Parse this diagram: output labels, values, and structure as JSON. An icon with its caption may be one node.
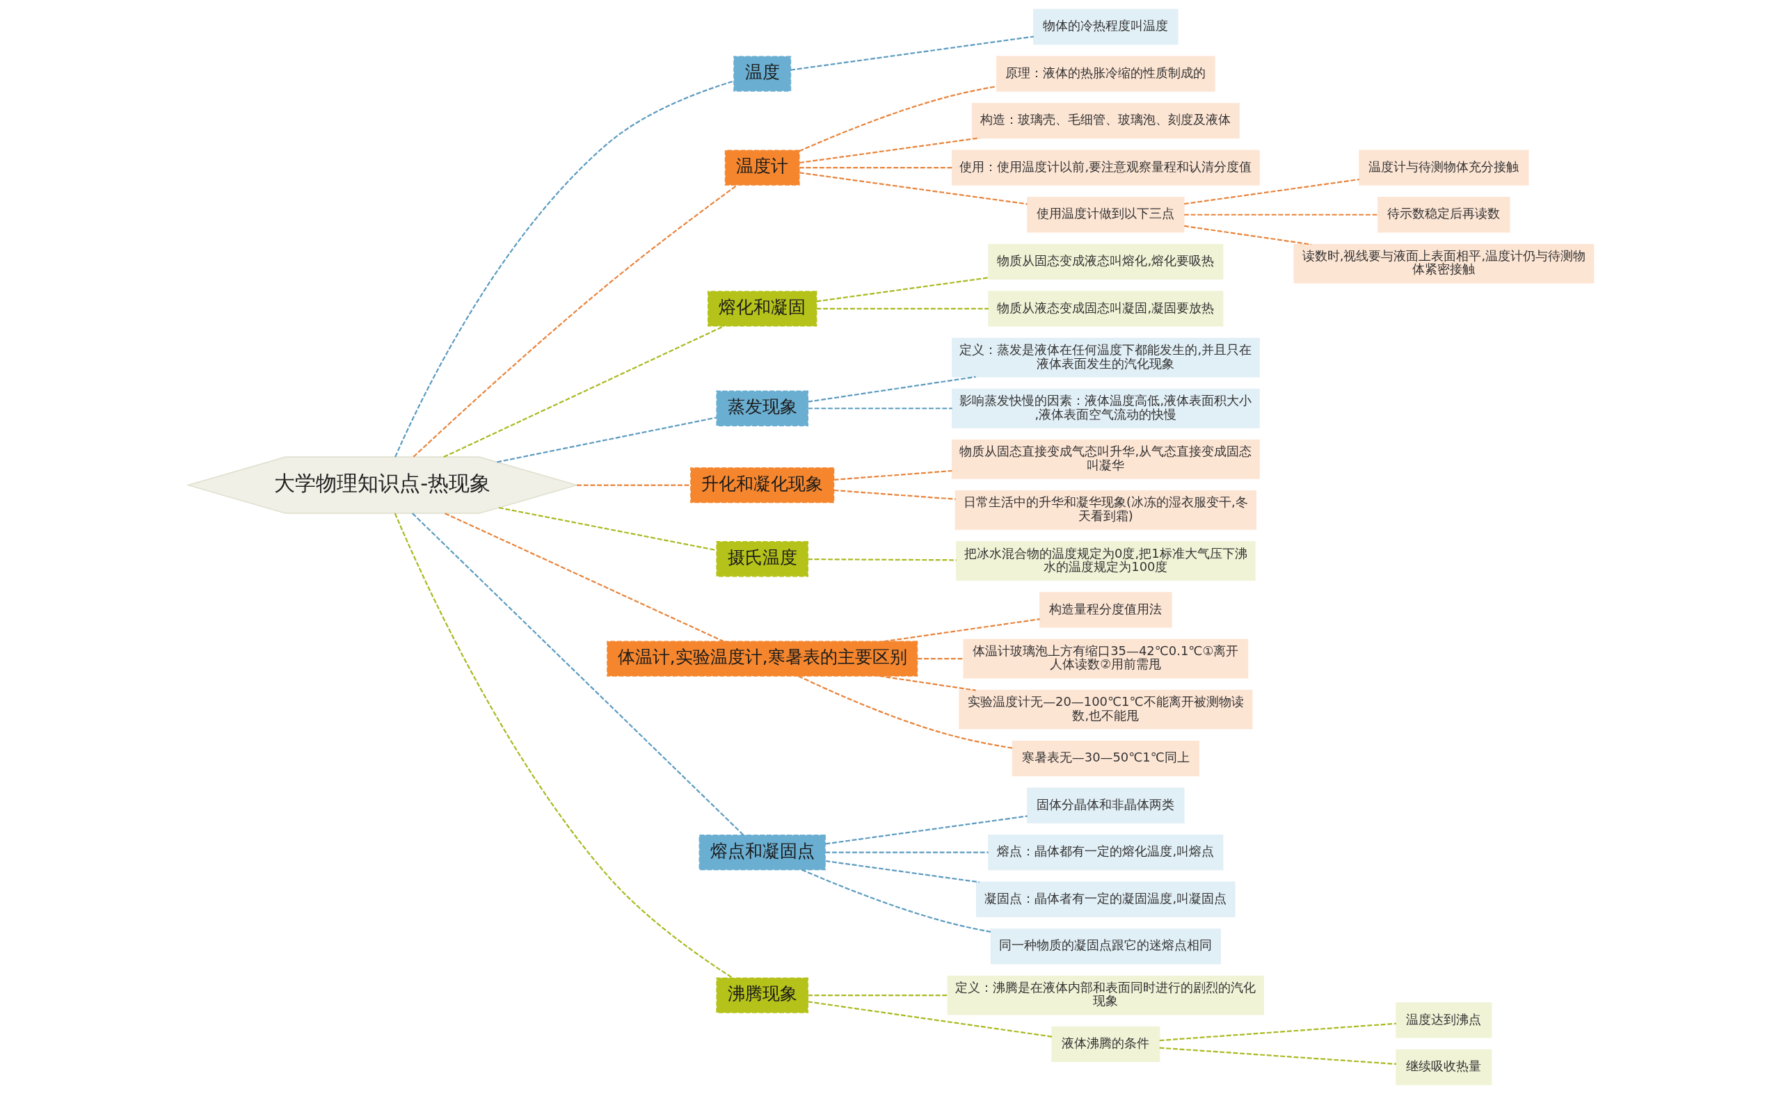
{
  "diagram": {
    "nodes": [
      {
        "text": [
          "大学物理知识点-热现象"
        ]
      },
      {
        "text": [
          "温度"
        ]
      },
      {
        "text": [
          "物体的冷热程度叫温度"
        ]
      },
      {
        "text": [
          "温度计"
        ]
      },
      {
        "text": [
          "原理：液体的热胀冷缩的性质制成的"
        ]
      },
      {
        "text": [
          "构造：玻璃壳、毛细管、玻璃泡、刻度及液体"
        ]
      },
      {
        "text": [
          "使用：使用温度计以前,要注意观察量程和认清分度值"
        ]
      },
      {
        "text": [
          "使用温度计做到以下三点"
        ]
      },
      {
        "text": [
          "温度计与待测物体充分接触"
        ]
      },
      {
        "text": [
          "待示数稳定后再读数"
        ]
      },
      {
        "text": [
          "读数时,视线要与液面上表面相平,温度计仍与待测物体紧密接触"
        ]
      },
      {
        "text": [
          "熔化和凝固"
        ]
      },
      {
        "text": [
          "物质从固态变成液态叫熔化,熔化要吸热"
        ]
      },
      {
        "text": [
          "物质从液态变成固态叫凝固,凝固要放热"
        ]
      },
      {
        "text": [
          "蒸发现象"
        ]
      },
      {
        "text": [
          "定义：蒸发是液体在任何温度下都能发生的,并且只在液体表面发生的汽化现象"
        ]
      },
      {
        "text": [
          "影响蒸发快慢的因素：液体温度高低,液体表面积大小,液体表面空气流动的快慢"
        ]
      },
      {
        "text": [
          "升化和凝化现象"
        ]
      },
      {
        "text": [
          "物质从固态直接变成气态叫升华,从气态直接变成固态叫凝华"
        ]
      },
      {
        "text": [
          "日常生活中的升华和凝华现象(冰冻的湿衣服变干,冬天看到霜)"
        ]
      },
      {
        "text": [
          "摄氏温度"
        ]
      },
      {
        "text": [
          "把冰水混合物的温度规定为0度,把1标准大气压下沸水的温度规定为100度"
        ]
      },
      {
        "text": [
          "体温计,实验温度计,寒暑表的主要区别"
        ]
      },
      {
        "text": [
          "构造量程分度值用法"
        ]
      },
      {
        "text": [
          "体温计玻璃泡上方有缩口35—42℃0.1℃①离开人体读数②用前需甩"
        ]
      },
      {
        "text": [
          "实验温度计无—20—100℃1℃不能离开被测物读数,也不能甩"
        ]
      },
      {
        "text": [
          "寒暑表无—30—50℃1℃同上"
        ]
      },
      {
        "text": [
          "熔点和凝固点"
        ]
      },
      {
        "text": [
          "固体分晶体和非晶体两类"
        ]
      },
      {
        "text": [
          "熔点：晶体都有一定的熔化温度,叫熔点"
        ]
      },
      {
        "text": [
          "凝固点：晶体者有一定的凝固温度,叫凝固点"
        ]
      },
      {
        "text": [
          "同一种物质的凝固点跟它的迷熔点相同"
        ]
      },
      {
        "text": [
          "沸腾现象"
        ]
      },
      {
        "text": [
          "定义：沸腾是在液体内部和表面同时进行的剧烈的汽化现象"
        ]
      },
      {
        "text": [
          "液体沸腾的条件"
        ]
      },
      {
        "text": [
          "温度达到沸点"
        ]
      },
      {
        "text": [
          "继续吸收热量"
        ]
      }
    ],
    "edges": [
      {
        "from": 0,
        "to": 1,
        "arrow": "none",
        "style": "dashed",
        "color": "#5b9bc0"
      },
      {
        "from": 1,
        "to": 2,
        "arrow": "none",
        "style": "dashed",
        "color": "#5b9bc0"
      },
      {
        "from": 0,
        "to": 3,
        "arrow": "none",
        "style": "dashed",
        "color": "#e8833a"
      },
      {
        "from": 3,
        "to": 4,
        "arrow": "none",
        "style": "dashed",
        "color": "#e8833a"
      },
      {
        "from": 3,
        "to": 5,
        "arrow": "none",
        "style": "dashed",
        "color": "#e8833a"
      },
      {
        "from": 3,
        "to": 6,
        "arrow": "none",
        "style": "dashed",
        "color": "#e8833a"
      },
      {
        "from": 3,
        "to": 7,
        "arrow": "none",
        "style": "dashed",
        "color": "#e8833a"
      },
      {
        "from": 7,
        "to": 8,
        "arrow": "none",
        "style": "dashed",
        "color": "#e8833a"
      },
      {
        "from": 7,
        "to": 9,
        "arrow": "none",
        "style": "dashed",
        "color": "#e8833a"
      },
      {
        "from": 7,
        "to": 10,
        "arrow": "none",
        "style": "dashed",
        "color": "#e8833a"
      },
      {
        "from": 0,
        "to": 11,
        "arrow": "none",
        "style": "dashed",
        "color": "#a9b91f"
      },
      {
        "from": 11,
        "to": 12,
        "arrow": "none",
        "style": "dashed",
        "color": "#a9b91f"
      },
      {
        "from": 11,
        "to": 13,
        "arrow": "none",
        "style": "dashed",
        "color": "#a9b91f"
      },
      {
        "from": 0,
        "to": 14,
        "arrow": "none",
        "style": "dashed",
        "color": "#5b9bc0"
      },
      {
        "from": 14,
        "to": 15,
        "arrow": "none",
        "style": "dashed",
        "color": "#5b9bc0"
      },
      {
        "from": 14,
        "to": 16,
        "arrow": "none",
        "style": "dashed",
        "color": "#5b9bc0"
      },
      {
        "from": 0,
        "to": 17,
        "arrow": "none",
        "style": "dashed",
        "color": "#e8833a"
      },
      {
        "from": 17,
        "to": 18,
        "arrow": "none",
        "style": "dashed",
        "color": "#e8833a"
      },
      {
        "from": 17,
        "to": 19,
        "arrow": "none",
        "style": "dashed",
        "color": "#e8833a"
      },
      {
        "from": 0,
        "to": 20,
        "arrow": "none",
        "style": "dashed",
        "color": "#a9b91f"
      },
      {
        "from": 20,
        "to": 21,
        "arrow": "none",
        "style": "dashed",
        "color": "#a9b91f"
      },
      {
        "from": 0,
        "to": 22,
        "arrow": "none",
        "style": "dashed",
        "color": "#e8833a"
      },
      {
        "from": 22,
        "to": 23,
        "arrow": "none",
        "style": "dashed",
        "color": "#e8833a"
      },
      {
        "from": 22,
        "to": 24,
        "arrow": "none",
        "style": "dashed",
        "color": "#e8833a"
      },
      {
        "from": 22,
        "to": 25,
        "arrow": "none",
        "style": "dashed",
        "color": "#e8833a"
      },
      {
        "from": 22,
        "to": 26,
        "arrow": "none",
        "style": "dashed",
        "color": "#e8833a"
      },
      {
        "from": 0,
        "to": 27,
        "arrow": "none",
        "style": "dashed",
        "color": "#5b9bc0"
      },
      {
        "from": 27,
        "to": 28,
        "arrow": "none",
        "style": "dashed",
        "color": "#5b9bc0"
      },
      {
        "from": 27,
        "to": 29,
        "arrow": "none",
        "style": "dashed",
        "color": "#5b9bc0"
      },
      {
        "from": 27,
        "to": 30,
        "arrow": "none",
        "style": "dashed",
        "color": "#5b9bc0"
      },
      {
        "from": 27,
        "to": 31,
        "arrow": "none",
        "style": "dashed",
        "color": "#5b9bc0"
      },
      {
        "from": 0,
        "to": 32,
        "arrow": "none",
        "style": "dashed",
        "color": "#a9b91f"
      },
      {
        "from": 32,
        "to": 33,
        "arrow": "none",
        "style": "dashed",
        "color": "#a9b91f"
      },
      {
        "from": 32,
        "to": 34,
        "arrow": "none",
        "style": "dashed",
        "color": "#a9b91f"
      },
      {
        "from": 34,
        "to": 35,
        "arrow": "none",
        "style": "dashed",
        "color": "#a9b91f"
      },
      {
        "from": 34,
        "to": 36,
        "arrow": "none",
        "style": "dashed",
        "color": "#a9b91f"
      }
    ]
  }
}
